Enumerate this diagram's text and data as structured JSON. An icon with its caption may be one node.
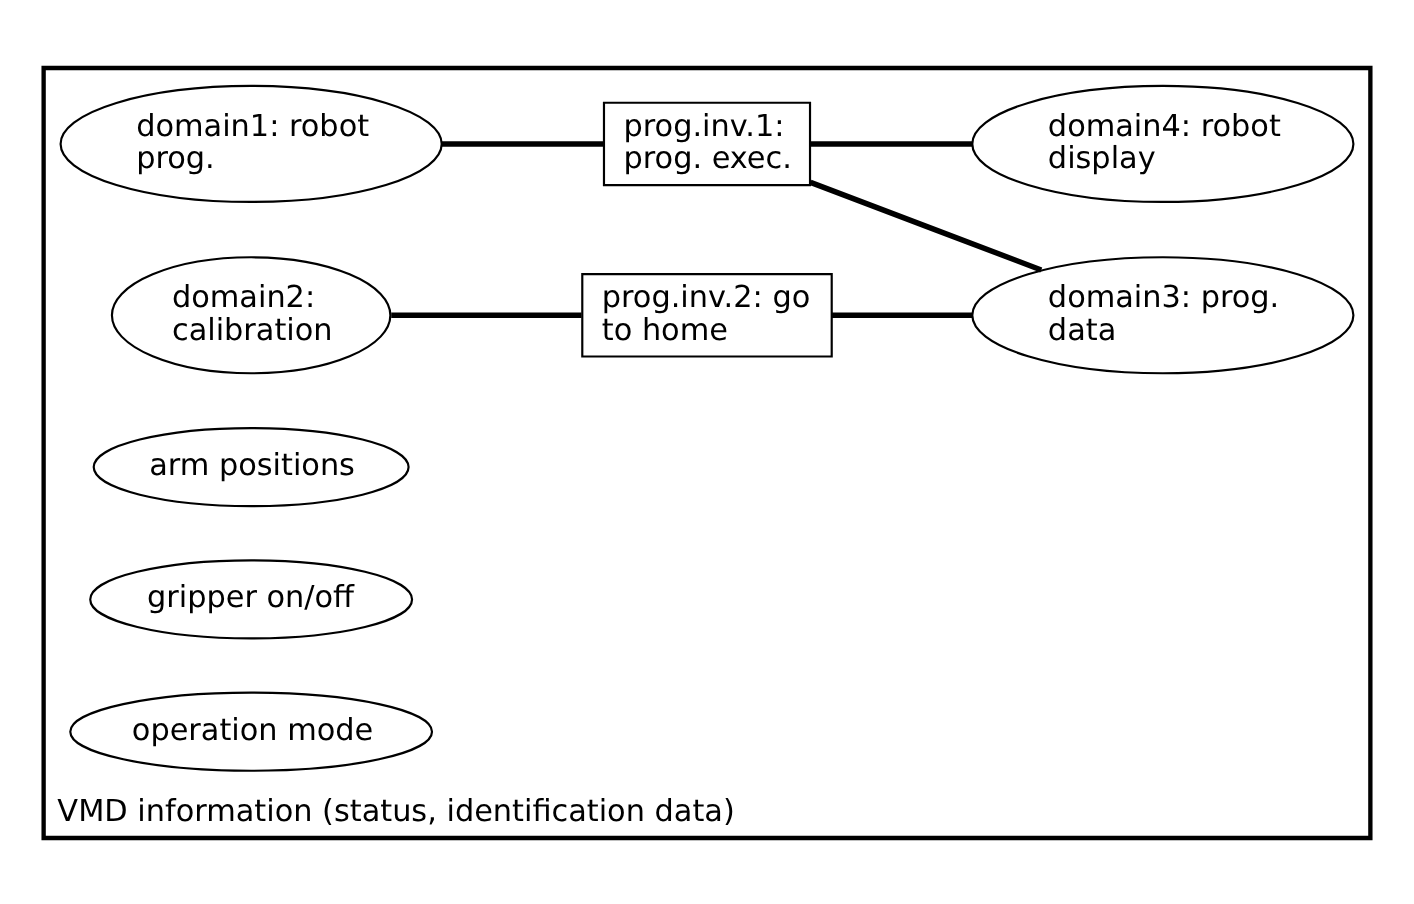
{
  "diagram": {
    "nodes": [
      {
        "text": [
          "VMD information (status, identification data)"
        ]
      },
      {
        "text": [
          "domain1: robot prog."
        ],
        "in": 0
      },
      {
        "text": [
          "prog.inv.1: prog. exec."
        ],
        "in": 0
      },
      {
        "text": [
          "domain3: prog. data"
        ],
        "in": 0
      },
      {
        "text": [
          "domain2: calibration"
        ],
        "in": 0
      },
      {
        "text": [
          "prog.inv.2: go to home"
        ],
        "in": 0
      },
      {
        "text": [
          "domain4: robot display"
        ],
        "in": 0
      },
      {
        "text": [
          "arm positions"
        ],
        "in": 0
      },
      {
        "text": [
          "gripper on/off"
        ],
        "in": 0
      },
      {
        "text": [
          "operation mode"
        ],
        "in": 0
      }
    ],
    "edges": [
      {
        "from": 1,
        "to": 2,
        "arrow": "none"
      },
      {
        "from": 2,
        "to": 3,
        "arrow": "none"
      },
      {
        "from": 2,
        "to": 6,
        "arrow": "none"
      },
      {
        "from": 4,
        "to": 5,
        "arrow": "none"
      },
      {
        "from": 5,
        "to": 3,
        "arrow": "none"
      }
    ]
  }
}
